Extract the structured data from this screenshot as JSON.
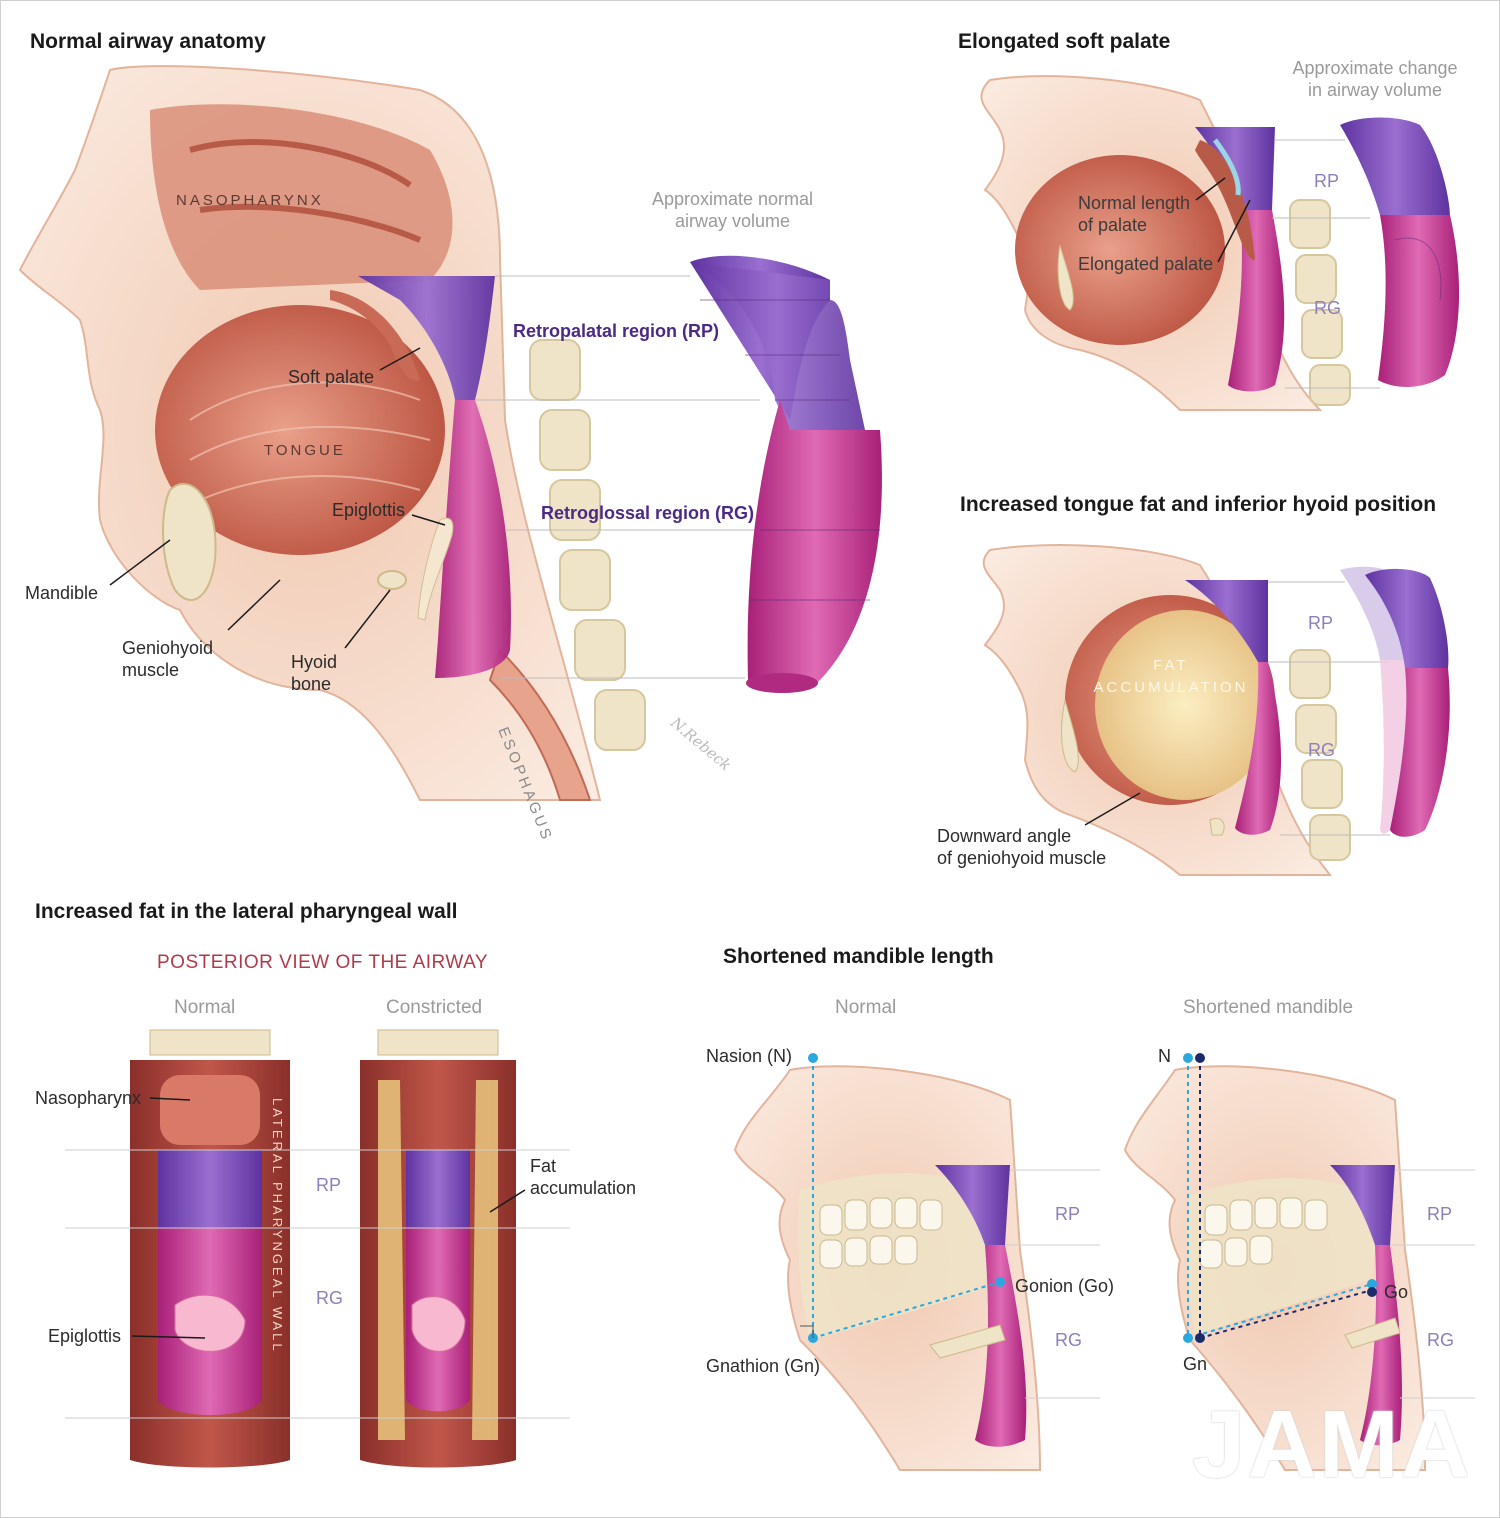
{
  "panel_normal": {
    "title": "Normal airway anatomy",
    "volume_caption": "Approximate normal\nairway volume",
    "nasopharynx": "NASOPHARYNX",
    "tongue": "TONGUE",
    "soft_palate": "Soft palate",
    "epiglottis": "Epiglottis",
    "mandible": "Mandible",
    "geniohyoid": "Geniohyoid\nmuscle",
    "hyoid": "Hyoid\nbone",
    "esophagus": "ESOPHAGUS",
    "rp_region": "Retropalatal region (RP)",
    "rg_region": "Retroglossal region (RG)"
  },
  "panel_palate": {
    "title": "Elongated soft palate",
    "change_caption": "Approximate change\nin airway volume",
    "normal_length": "Normal length\nof palate",
    "elongated": "Elongated palate",
    "rp": "RP",
    "rg": "RG"
  },
  "panel_tongue": {
    "title": "Increased tongue fat and inferior hyoid position",
    "fat": "FAT\nACCUMULATION",
    "downward": "Downward angle\nof geniohyoid muscle",
    "rp": "RP",
    "rg": "RG"
  },
  "panel_lateral": {
    "title": "Increased fat in the lateral pharyngeal wall",
    "posterior_view": "POSTERIOR VIEW OF THE AIRWAY",
    "normal": "Normal",
    "constricted": "Constricted",
    "nasopharynx": "Nasopharynx",
    "epiglottis": "Epiglottis",
    "lateral_wall": "LATERAL PHARYNGEAL WALL",
    "fat": "Fat\naccumulation",
    "rp": "RP",
    "rg": "RG"
  },
  "panel_mandible": {
    "title": "Shortened mandible length",
    "normal": "Normal",
    "shortened": "Shortened mandible",
    "nasion": "Nasion (N)",
    "gonion": "Gonion (Go)",
    "gnathion": "Gnathion (Gn)",
    "n": "N",
    "go": "Go",
    "gn": "Gn",
    "rp": "RP",
    "rg": "RG"
  },
  "signature": "N.Rebeck",
  "watermark": "JAMA",
  "colors": {
    "rp_purple": "#7b4bb5",
    "rg_magenta": "#c93a92",
    "tissue": "#d98a72",
    "skin": "#f3d6c2",
    "bone": "#efe4c8",
    "label_purple": "#4b2a86",
    "caption_grey": "#9a9a9a",
    "posterior_red": "#b03a4a"
  }
}
